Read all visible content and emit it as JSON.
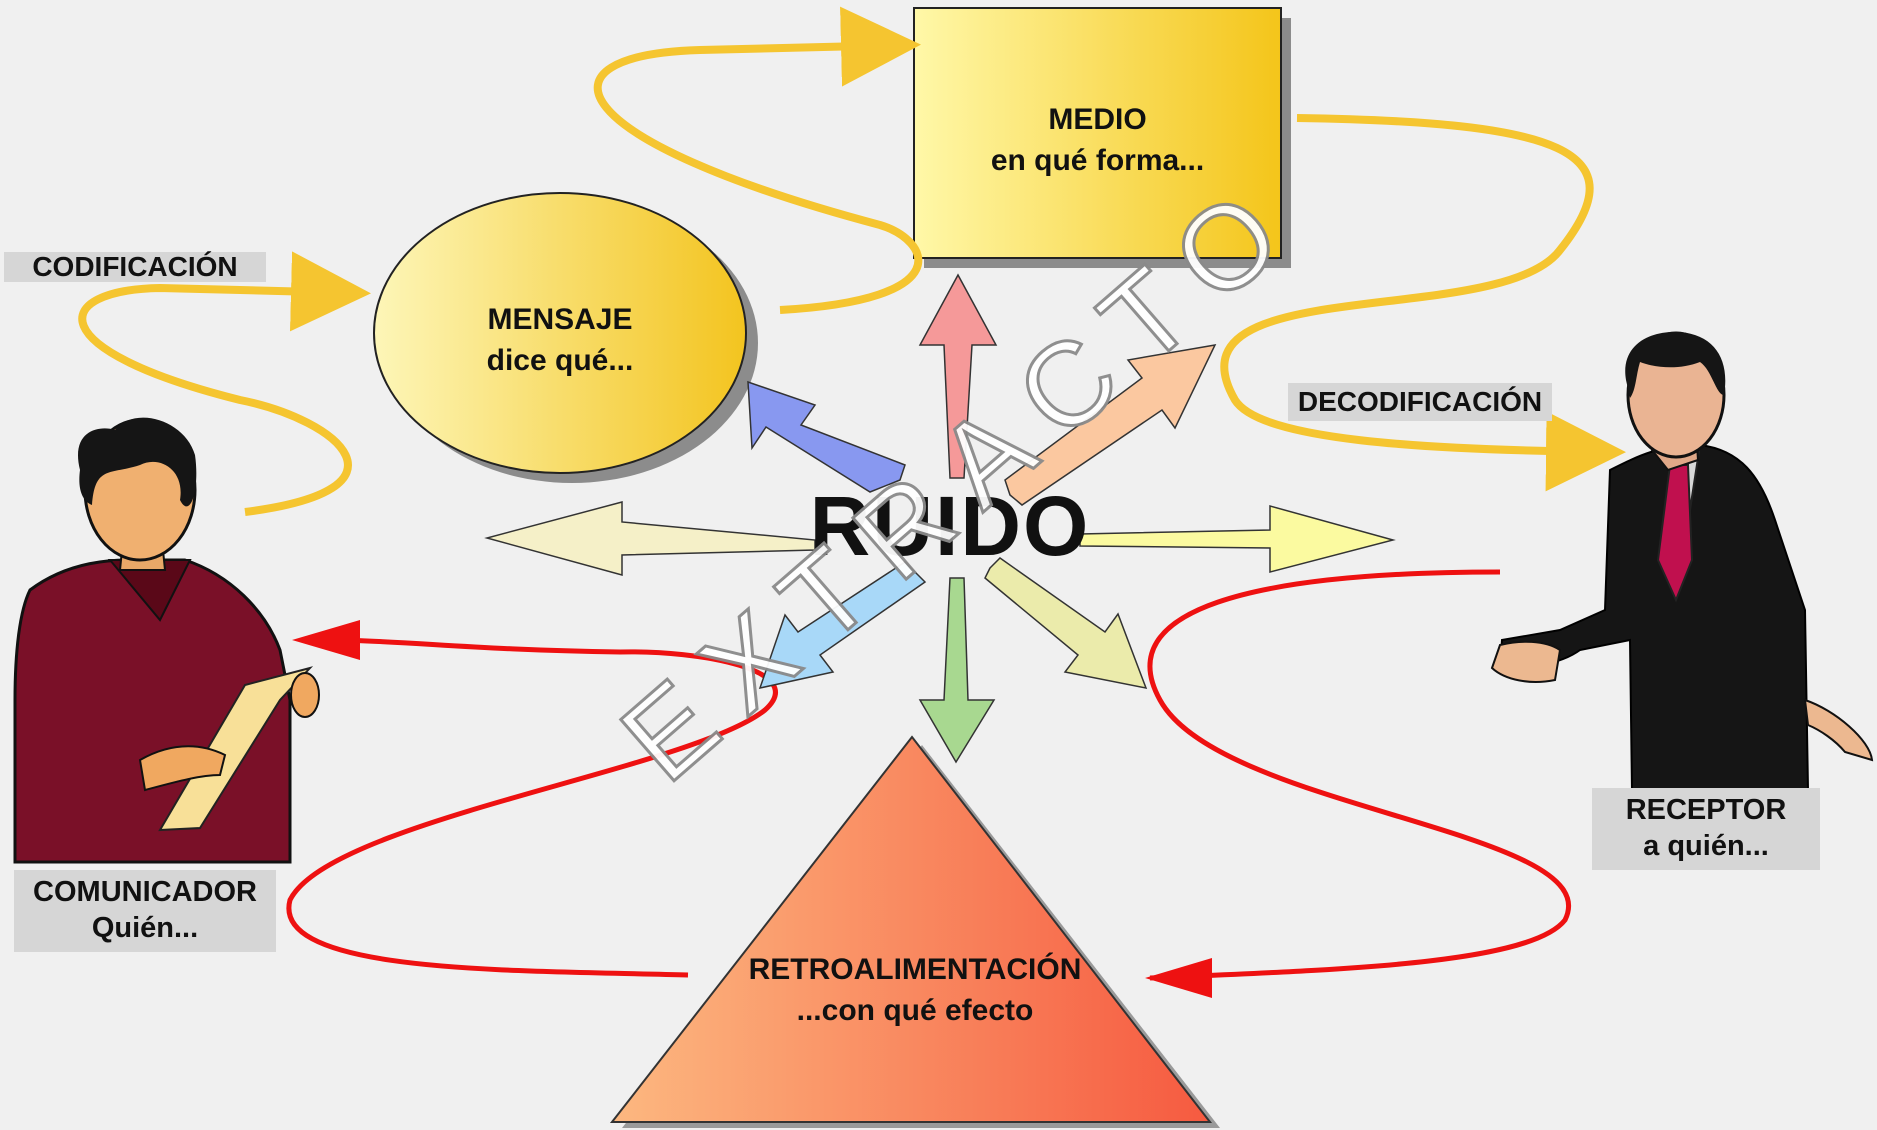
{
  "nodes": {
    "mensaje": {
      "title": "MENSAJE",
      "subtitle": "dice qué..."
    },
    "medio": {
      "title": "MEDIO",
      "subtitle": "en qué forma..."
    },
    "retroalimentacion": {
      "title": "RETROALIMENTACIÓN",
      "subtitle": "...con qué efecto"
    },
    "comunicador": {
      "title": "COMUNICADOR",
      "subtitle": "Quién..."
    },
    "receptor": {
      "title": "RECEPTOR",
      "subtitle": "a quién..."
    }
  },
  "labels": {
    "codificacion": "CODIFICACIÓN",
    "decodificacion": "DECODIFICACIÓN"
  },
  "center": {
    "text": "RUIDO"
  },
  "watermark": {
    "text": "EXTRACTO"
  },
  "colors": {
    "flow_arrow": "#f5c530",
    "feedback_arrow": "#ee1111",
    "label_bg": "#d6d6d6",
    "background": "#f0f0f0"
  },
  "figures": {
    "comunicador": "woman-holding-paper-icon",
    "receptor": "man-in-suit-icon"
  }
}
